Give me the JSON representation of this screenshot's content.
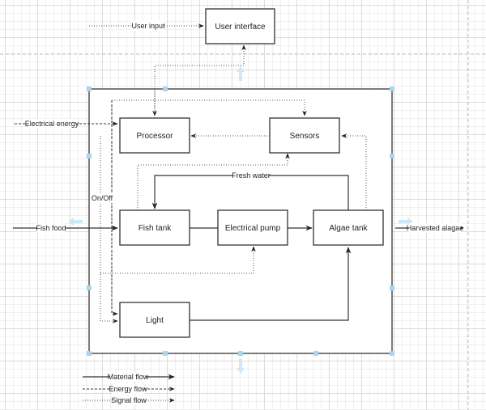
{
  "diagram": {
    "title": "Aquaponics algae system flow diagram",
    "colors": {
      "line": "#333333",
      "box_fill": "#ffffff",
      "selection_handle": "#a9d6ef",
      "grid": "#dcdcdc"
    },
    "blocks": {
      "user_interface": "User interface",
      "processor": "Processor",
      "sensors": "Sensors",
      "fish_tank": "Fish tank",
      "electrical_pump": "Electrical pump",
      "algae_tank": "Algae tank",
      "light": "Light"
    },
    "flow_labels": {
      "user_input": "User input",
      "electrical_energy": "Electrical energy",
      "fish_food": "Fish food",
      "fresh_water": "Fresh water",
      "on_off": "On/Off",
      "harvested_algae": "Harvested alagae"
    },
    "legend": {
      "material": "Material flow",
      "energy": "Energy flow",
      "signal": "Signal flow"
    }
  }
}
